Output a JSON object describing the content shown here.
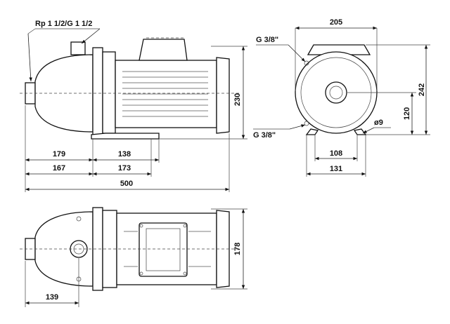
{
  "labels": {
    "connection_inlet": "Rp 1 1/2/G 1 1/2",
    "connection_top": "G 3/8\"",
    "connection_bottom": "G 3/8\"",
    "hole_diameter": "ø9"
  },
  "dimensions": {
    "side_d179": "179",
    "side_d138": "138",
    "side_d167": "167",
    "side_d173": "173",
    "side_total_length": "500",
    "side_height": "230",
    "end_width": "205",
    "end_total_height": "242",
    "end_shaft_height": "120",
    "end_foot_inner": "108",
    "end_foot_outer": "131",
    "top_width": "178",
    "top_d139": "139"
  },
  "colors": {
    "line": "#222222",
    "background": "#ffffff"
  }
}
